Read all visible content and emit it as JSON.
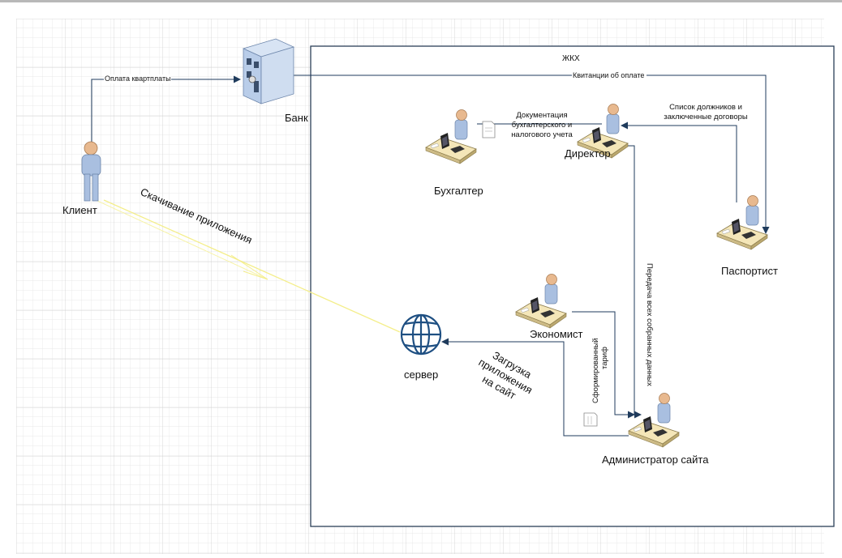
{
  "diagram": {
    "container_label": "ЖКХ",
    "nodes": {
      "client": "Клиент",
      "bank": "Банк",
      "server": "сервер",
      "accountant": "Бухгалтер",
      "director": "Директор",
      "passport_officer": "Паспортист",
      "economist": "Экономист",
      "site_admin": "Администратор сайта"
    },
    "edges": {
      "rent_payment": "Оплата квартплаты",
      "payment_receipts": "Квитанции об оплате",
      "debtors_list_1": "Список должников и",
      "debtors_list_2": "заключенные договоры",
      "accounting_docs_1": "Документация",
      "accounting_docs_2": "бухгалтерского и",
      "accounting_docs_3": "налогового учета",
      "all_data_transfer": "Передача всех собранных данных",
      "tariff_1": "Сформированный",
      "tariff_2": "тариф",
      "upload_1": "Загрузка",
      "upload_2": "приложения",
      "upload_3": "на сайт",
      "app_download": "Скачивание приложения"
    },
    "colors": {
      "grid": "#dcdcdc",
      "connector": "#1f3b5c",
      "download_line": "#f4ee8a",
      "server_icon": "#1e4f82",
      "person_body": "#a9bfe0",
      "person_head": "#e8b98f"
    }
  }
}
